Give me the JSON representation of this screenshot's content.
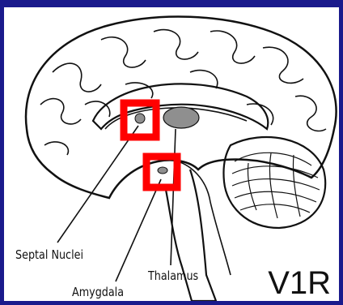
{
  "labels": {
    "septal": "Septal Nuclei",
    "amygdala": "Amygdala",
    "thalamus": "Thalamus"
  },
  "slide_tag": "V1R",
  "colors": {
    "frame": "#1a1a8c",
    "highlight": "#ff0000",
    "structure_fill": "#8f8f8f",
    "ink": "#111111"
  },
  "highlighted_regions": [
    "septal nuclei",
    "amygdala"
  ]
}
